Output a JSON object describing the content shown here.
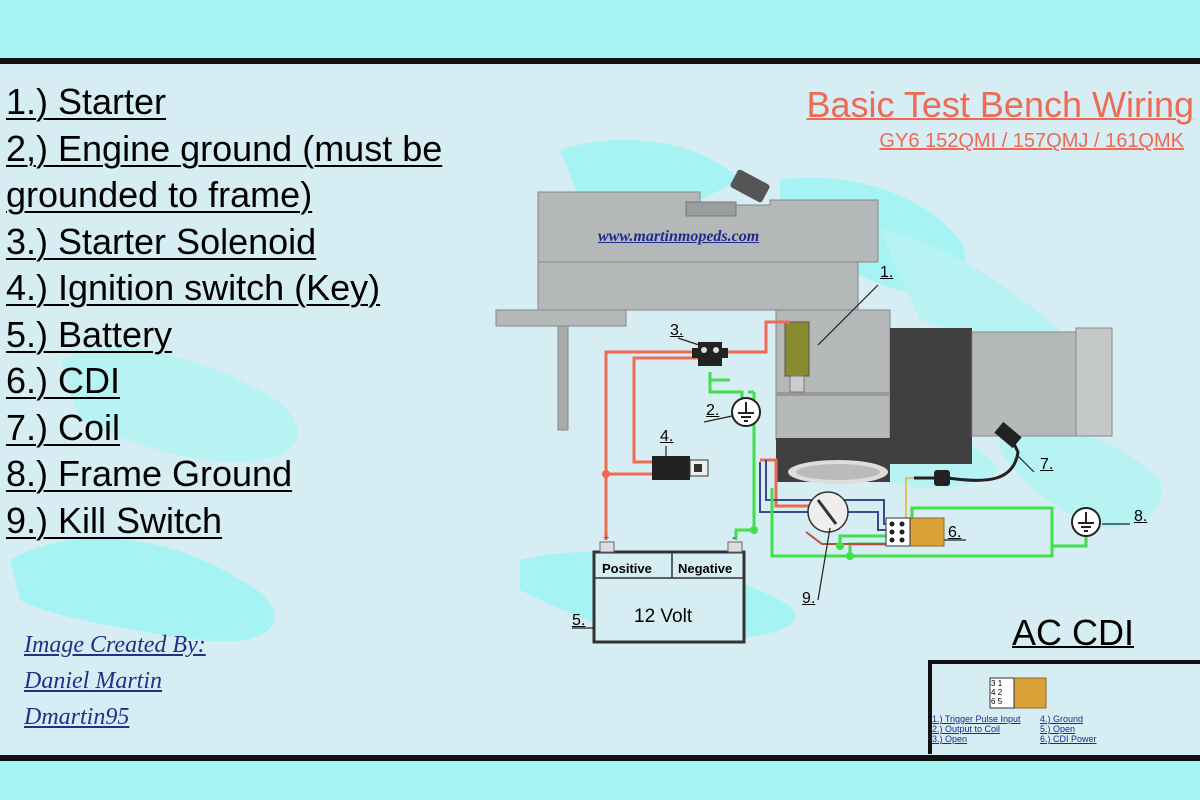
{
  "title": "Basic Test Bench Wiring",
  "subtitle": "GY6  152QMI / 157QMJ / 161QMK",
  "website": "www.martinmopeds.com",
  "legend": [
    "1.) Starter",
    "2,)  Engine ground (must be ",
    "grounded to frame)",
    "3.) Starter Solenoid",
    "4.) Ignition switch (Key)",
    "5.) Battery",
    "6.) CDI",
    "7.) Coil",
    "8.) Frame Ground",
    "9.) Kill Switch"
  ],
  "credits": {
    "line1": "Image Created By:",
    "line2": "Daniel Martin",
    "line3": "Dmartin95"
  },
  "callouts": {
    "c1": "1.",
    "c2": "2.",
    "c3": "3.",
    "c4": "4.",
    "c5": "5.",
    "c6": "6.",
    "c7": "7.",
    "c8": "8.",
    "c9": "9."
  },
  "battery": {
    "positive": "Positive",
    "negative": "Negative",
    "voltage": "12 Volt",
    "plus_sign": "+",
    "minus_sign": "-"
  },
  "cdi_box": {
    "title": "AC CDI",
    "pins": [
      "3",
      "1",
      "4",
      "2",
      "6",
      "5"
    ],
    "pin_legend_left": [
      "1.) Trigger Pulse Input",
      "2.) Output to Coil",
      "3.) Open"
    ],
    "pin_legend_right": [
      "4.) Ground",
      "5.) Open",
      "6.) CDI Power"
    ]
  },
  "colors": {
    "background": "#a6f3f3",
    "panel": "#d6edf4",
    "engine_gray": "#b5b8b8",
    "engine_dark": "#3f3f3f",
    "wire_red": "#ef6a52",
    "wire_green": "#3fe04a",
    "wire_dark": "#2a2a2a",
    "cdi_orange": "#d9a33a",
    "starter_olive": "#8a8a30",
    "title_color": "#ee6a55",
    "credit_color": "#22308a"
  }
}
